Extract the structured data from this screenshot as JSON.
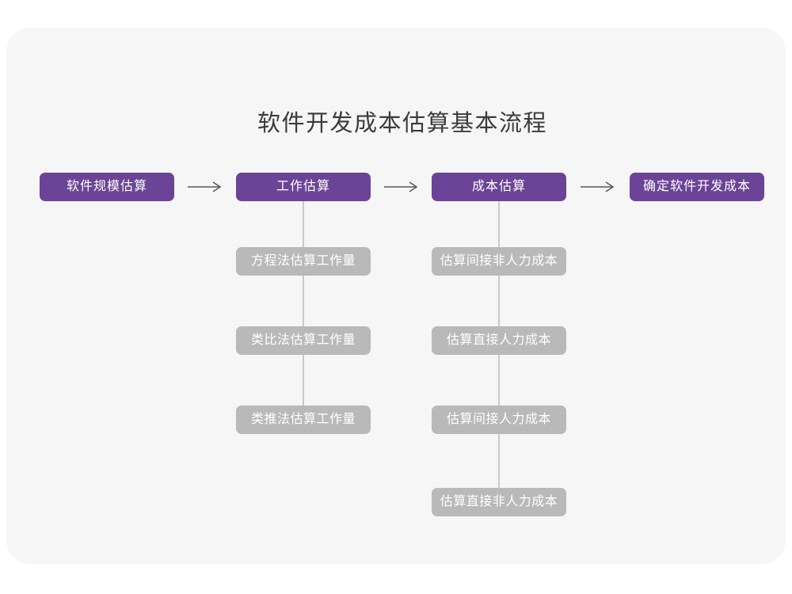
{
  "title": "软件开发成本估算基本流程",
  "colors": {
    "page_background": "#ffffff",
    "card_background": "#f6f6f6",
    "stage_purple": "#6b4397",
    "substep_gray": "#b9b9b9",
    "connector_gray": "#c9c9c9",
    "arrow_gray": "#595959",
    "title_text": "#3b3b3b",
    "node_text": "#ffffff"
  },
  "flow": {
    "stages": [
      {
        "label": "软件规模估算",
        "substeps": []
      },
      {
        "label": "工作估算",
        "substeps": [
          "方程法估算工作量",
          "类比法估算工作量",
          "类推法估算工作量"
        ]
      },
      {
        "label": "成本估算",
        "substeps": [
          "估算间接非人力成本",
          "估算直接人力成本",
          "估算间接人力成本",
          "估算直接非人力成本"
        ]
      },
      {
        "label": "确定软件开发成本",
        "substeps": []
      }
    ]
  }
}
